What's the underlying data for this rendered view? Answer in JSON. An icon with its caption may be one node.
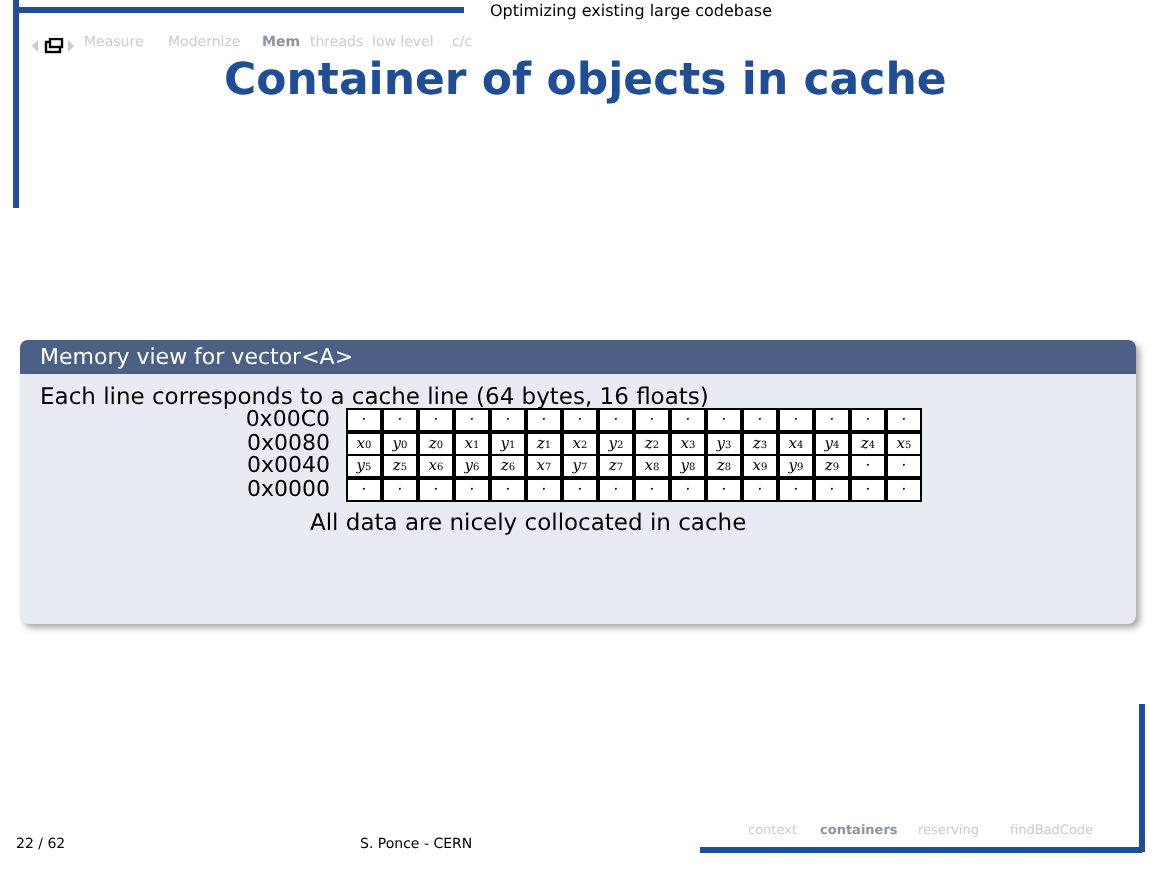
{
  "diagram": {
    "title": "Container of objects in cache",
    "labels": [
      "Optimizing existing large codebase",
      "Measure",
      "Modernize",
      "Mem",
      "threads",
      "low level",
      "c/c",
      "Memory view for vector<A>",
      "Each line corresponds to a cache line (64 bytes, 16 floats)",
      "0x00C0",
      "·",
      "·",
      "·",
      "·",
      "·",
      "·",
      "·",
      "·",
      "·",
      "·",
      "·",
      "·",
      "·",
      "·",
      "·",
      "·",
      "0x0080",
      "x$_{0}$",
      "y$_{0}$",
      "z$_{0}$",
      "x$_{1}$",
      "y$_{1}$",
      "z$_{1}$",
      "x$_{2}$",
      "y$_{2}$",
      "z$_{2}$",
      "x$_{3}$",
      "y$_{3}$",
      "z$_{3}$",
      "x$_{4}$",
      "y$_{4}$",
      "z$_{4}$",
      "x$_{5}$",
      "0x0040",
      "y$_{5}$",
      "z$_{5}$",
      "x$_{6}$",
      "y$_{6}$",
      "z$_{6}$",
      "x$_{7}$",
      "y$_{7}$",
      "z$_{7}$",
      "x$_{8}$",
      "y$_{8}$",
      "z$_{8}$",
      "x$_{9}$",
      "y$_{9}$",
      "z$_{9}$",
      "·",
      "·",
      "0x0000",
      "·",
      "·",
      "·",
      "·",
      "·",
      "·",
      "·",
      "·",
      "·",
      "·",
      "·",
      "·",
      "·",
      "·",
      "·",
      "·",
      "All data are nicely collocated in cache",
      "22 / 62",
      "S. Ponce - CERN",
      "context",
      "containers",
      "reserving",
      "findBadCode"
    ]
  }
}
